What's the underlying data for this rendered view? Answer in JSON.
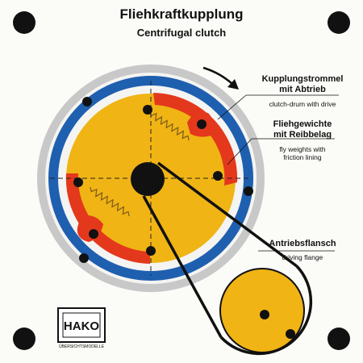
{
  "title": "Fliehkraftkupplung",
  "subtitle": "Centrifugal clutch",
  "labels": {
    "drum_de_1": "Kupplungstrommel",
    "drum_de_2": "mit Abtrieb",
    "drum_en": "clutch-drum with drive",
    "weights_de_1": "Fliehgewichte",
    "weights_de_2": "mit Reibbelag",
    "weights_en_1": "fly weights with",
    "weights_en_2": "friction lining",
    "flange_de": "Antriebsflansch",
    "flange_en": "driving flange"
  },
  "logo": {
    "text": "HAKO",
    "subtext": "ÜBERSICHTSMODELLE"
  },
  "colors": {
    "gray_ring": "#c8c8c8",
    "blue": "#1f5faf",
    "red": "#e4381c",
    "yellow": "#f0b414",
    "black": "#111111"
  }
}
